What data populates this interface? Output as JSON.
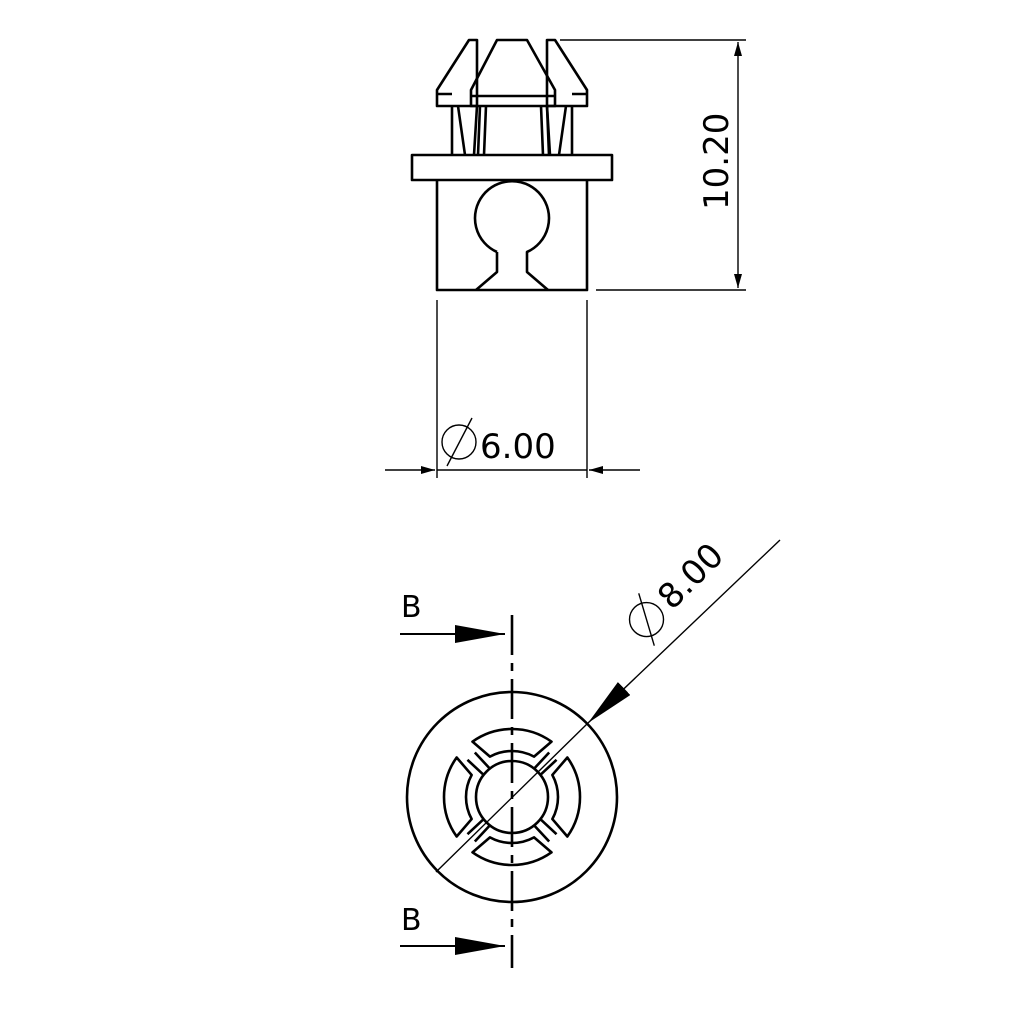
{
  "side_view": {
    "height_dimension": "10.20",
    "diameter_dimension": "6.00",
    "diameter_symbol": "∅"
  },
  "top_view": {
    "diameter_dimension": "8.00",
    "diameter_symbol": "∅",
    "section_label_top": "B",
    "section_label_bottom": "B"
  },
  "colors": {
    "line": "#000000",
    "background": "#ffffff"
  }
}
